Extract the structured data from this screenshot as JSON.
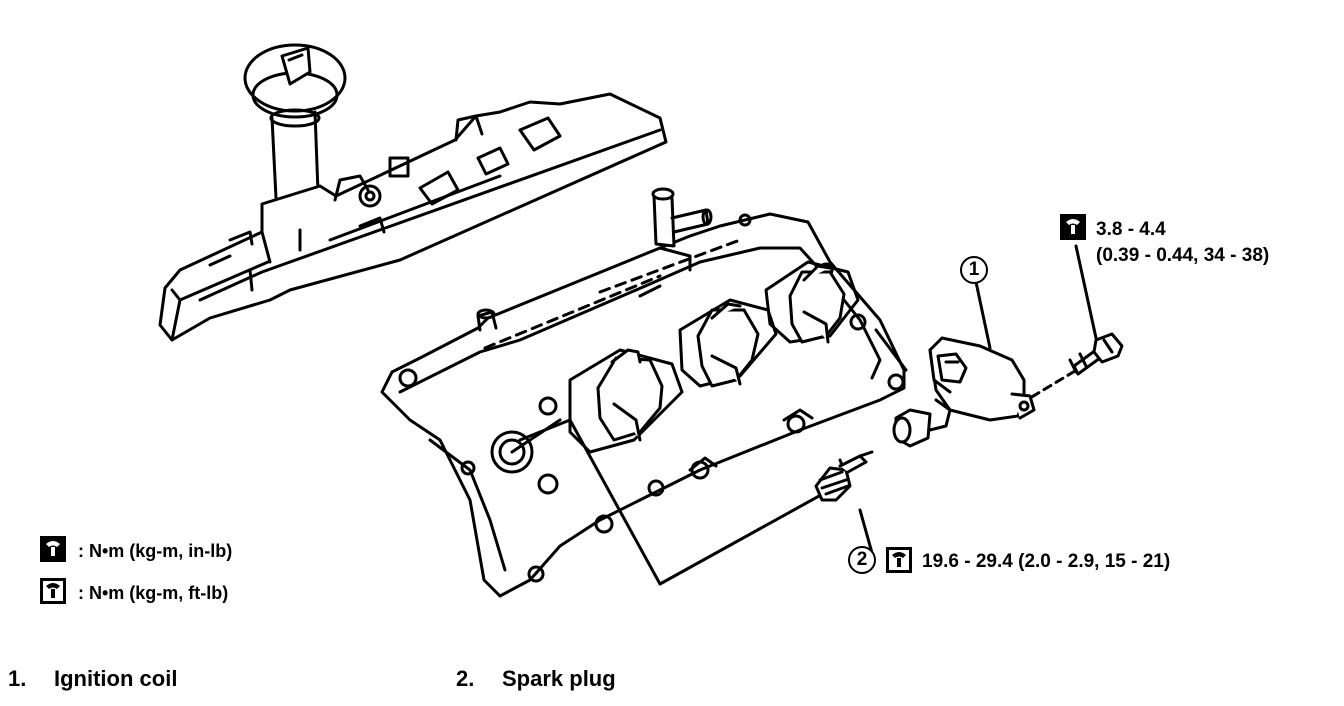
{
  "callouts": {
    "part1": "1",
    "part2": "2"
  },
  "torque": {
    "coil_bolt_line1": "3.8 - 4.4",
    "coil_bolt_line2": "(0.39 - 0.44, 34 - 38)",
    "spark_plug": "19.6 - 29.4 (2.0 - 2.9, 15 - 21)"
  },
  "legend": {
    "inlb": ": N•m (kg-m, in-lb)",
    "ftlb": ": N•m (kg-m, ft-lb)"
  },
  "parts": [
    {
      "num": "1.",
      "name": "Ignition coil"
    },
    {
      "num": "2.",
      "name": "Spark plug"
    }
  ],
  "icons": {
    "in_lb": "torque-wrench-filled-icon",
    "ft_lb": "torque-wrench-outline-icon"
  }
}
